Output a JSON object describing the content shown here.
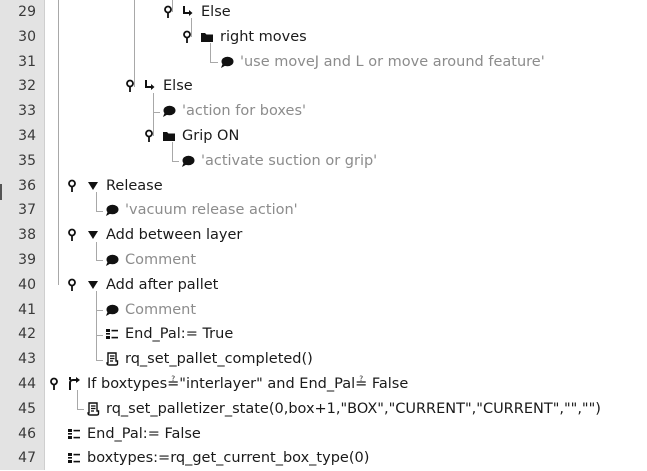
{
  "program_tree": {
    "rows": [
      {
        "line": "29",
        "kind": "else",
        "text": "Else"
      },
      {
        "line": "30",
        "kind": "folder",
        "text": "right moves"
      },
      {
        "line": "31",
        "kind": "comment",
        "text": "'use moveJ and L or move around feature'"
      },
      {
        "line": "32",
        "kind": "else",
        "text": "Else"
      },
      {
        "line": "33",
        "kind": "comment",
        "text": "'action for boxes'"
      },
      {
        "line": "34",
        "kind": "folder",
        "text": "Grip ON"
      },
      {
        "line": "35",
        "kind": "comment",
        "text": "'activate suction or grip'"
      },
      {
        "line": "36",
        "kind": "event",
        "text": "Release"
      },
      {
        "line": "37",
        "kind": "comment",
        "text": "'vacuum release action'"
      },
      {
        "line": "38",
        "kind": "event",
        "text": "Add between layer"
      },
      {
        "line": "39",
        "kind": "comment",
        "text": "Comment"
      },
      {
        "line": "40",
        "kind": "event",
        "text": "Add after pallet"
      },
      {
        "line": "41",
        "kind": "comment",
        "text": "Comment"
      },
      {
        "line": "42",
        "kind": "assign",
        "text": "End_Pal:= True"
      },
      {
        "line": "43",
        "kind": "script",
        "text": "rq_set_pallet_completed()"
      },
      {
        "line": "44",
        "kind": "if",
        "text": "If boxtypes≟\"interlayer\" and End_Pal≟ False"
      },
      {
        "line": "45",
        "kind": "script",
        "text": "rq_set_palletizer_state(0,box+1,\"BOX\",\"CURRENT\",\"CURRENT\",\"\",\"\")"
      },
      {
        "line": "46",
        "kind": "assign",
        "text": "End_Pal:= False"
      },
      {
        "line": "47",
        "kind": "assign",
        "text": "boxtypes:=rq_get_current_box_type(0)"
      }
    ]
  },
  "icons": {
    "else": "else-arrow-icon",
    "folder": "folder-icon",
    "comment": "comment-bubble-icon",
    "event": "triangle-down-icon",
    "assign": "assignment-icon",
    "script": "script-icon",
    "if": "if-branch-icon",
    "pin": "breakpoint-pin-icon"
  },
  "colors": {
    "gutter": "#e3e3e3",
    "text": "#1a1a1a",
    "comment_text": "#8c8c8c",
    "tree_line": "#a8a8a8"
  }
}
